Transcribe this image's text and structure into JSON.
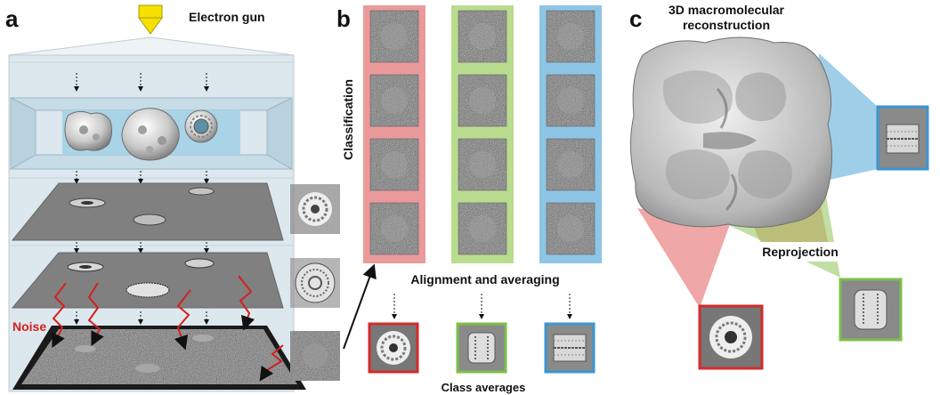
{
  "panels": {
    "a": {
      "letter": "a",
      "gun_label": "Electron gun",
      "noise_label": "Noise"
    },
    "b": {
      "letter": "b",
      "classification_label": "Classification",
      "alignment_label": "Alignment and averaging",
      "class_averages_label": "Class averages",
      "classes": [
        {
          "color": "#ea9a9a",
          "border": "#d62a2a"
        },
        {
          "color": "#b9dc8f",
          "border": "#7cc04a"
        },
        {
          "color": "#8ec5e6",
          "border": "#3a96cf"
        }
      ]
    },
    "c": {
      "letter": "c",
      "title_line1": "3D macromolecular",
      "title_line2": "reconstruction",
      "reprojection_label": "Reprojection"
    }
  },
  "colors": {
    "column_bg": "#dce8ee",
    "specimen_blue": "#a9d4e8",
    "plane_gray": "#808080",
    "noise_red": "#d42020",
    "gun_yellow": "#f5e000"
  }
}
